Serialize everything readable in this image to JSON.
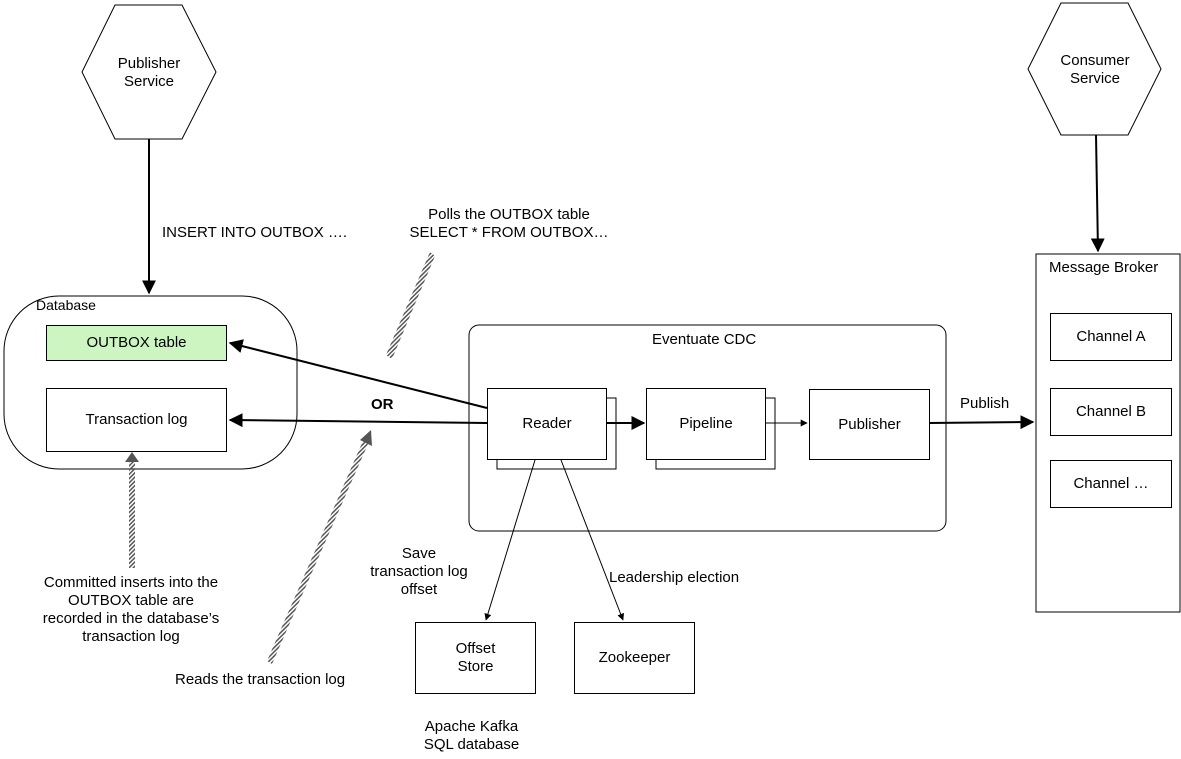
{
  "colors": {
    "outbox_fill": "#ccf5c2",
    "stroke": "#000000",
    "hatch": "#555555"
  },
  "services": {
    "publisher": "Publisher\nService",
    "consumer": "Consumer\nService"
  },
  "database": {
    "title": "Database",
    "outbox_table": "OUTBOX table",
    "transaction_log": "Transaction log"
  },
  "cdc": {
    "title": "Eventuate CDC",
    "reader": "Reader",
    "pipeline": "Pipeline",
    "publisher": "Publisher"
  },
  "broker": {
    "title": "Message Broker",
    "channels": [
      "Channel A",
      "Channel B",
      "Channel …"
    ]
  },
  "stores": {
    "offset_store": "Offset\nStore",
    "zookeeper": "Zookeeper",
    "offset_store_caption": "Apache Kafka\nSQL database"
  },
  "labels": {
    "insert": "INSERT INTO OUTBOX ….",
    "polls": "Polls the OUTBOX table\nSELECT * FROM OUTBOX…",
    "or": "OR",
    "publish": "Publish",
    "committed": "Committed inserts into the\nOUTBOX table are\nrecorded in the database’s\ntransaction log",
    "reads_log": "Reads the transaction log",
    "save_offset": "Save\ntransaction log\noffset",
    "leadership": "Leadership election"
  }
}
